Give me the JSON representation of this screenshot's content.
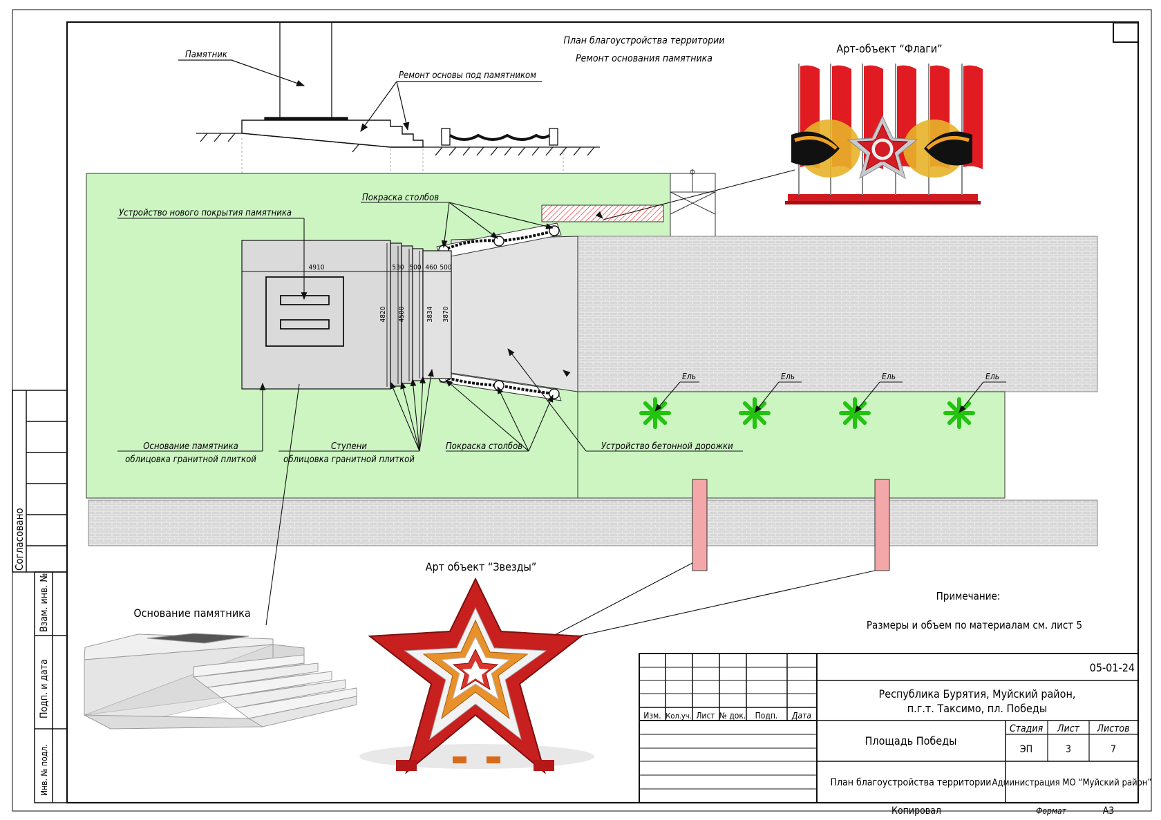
{
  "header": {
    "line1": "План благоустройства территории",
    "line2": "Ремонт основания памятника"
  },
  "section_labels": {
    "monument": "Памятник",
    "base_repair": "Ремонт основы под памятником"
  },
  "plan_labels": {
    "new_cover": "Устройство нового покрытия памятника",
    "paint_posts_top": "Покраска столбов",
    "paint_posts_bottom": "Покраска столбов",
    "base_line1": "Основание памятника",
    "base_line2": "облицовка гранитной плиткой",
    "steps_line1": "Ступени",
    "steps_line2": "облицовка гранитной плиткой",
    "concrete_path": "Устройство бетонной дорожки",
    "tree_label": "Ель"
  },
  "dimensions": {
    "d4910": "4910",
    "d530": "530",
    "d500a": "500",
    "d460": "460",
    "d500b": "500",
    "d4820": "4820",
    "d4500": "4500",
    "d3834": "3834",
    "d3870": "3870"
  },
  "art_objects": {
    "flags_title": "Арт-объект “Флаги”",
    "stars_title": "Арт объект “Звезды”",
    "base_title": "Основание памятника"
  },
  "note": {
    "title": "Примечание:",
    "text": "Размеры и объем по материалам см. лист 5"
  },
  "side_stamp": {
    "agreed": "Согласовано",
    "replace_inv": "Взам. инв. №",
    "sign_date": "Подп. и дата",
    "inv_orig": "Инв. № подл."
  },
  "title_block": {
    "code": "05-01-24",
    "location_line1": "Республика Бурятия, Муйский район,",
    "location_line2": "п.г.т. Таксимо, пл. Победы",
    "col_izm": "Изм.",
    "col_kol": "Кол.уч.",
    "col_list": "Лист",
    "col_doc": "№ док.",
    "col_sign": "Подп.",
    "col_date": "Дата",
    "object_name": "Площадь Победы",
    "stage_h": "Стадия",
    "sheet_h": "Лист",
    "sheets_h": "Листов",
    "stage": "ЭП",
    "sheet": "3",
    "sheets": "7",
    "drawing_name": "План благоустройства территории",
    "org": "Администрация МО “Муйский район”",
    "copied": "Копировал",
    "format_label": "Формат",
    "format": "А3"
  },
  "colors": {
    "lawn": "#ccf5c2",
    "paving": "#d9d9d9",
    "tree": "#22c40f",
    "flag_red": "#e01b22",
    "marker_pink": "#f4a7a9"
  }
}
